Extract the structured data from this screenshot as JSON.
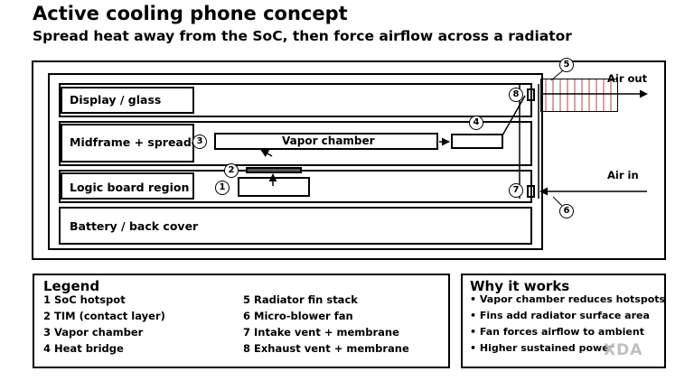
{
  "header": {
    "title": "Active cooling phone concept",
    "subtitle": "Spread heat away from the SoC, then force airflow across a radiator"
  },
  "diagram": {
    "layers": [
      {
        "label": "Display / glass"
      },
      {
        "label": "Midframe + spreader"
      },
      {
        "label": "Logic board region"
      },
      {
        "label": "Battery / back cover"
      }
    ],
    "vapor_chamber_label": "Vapor chamber",
    "air_out_label": "Air out",
    "air_in_label": "Air in",
    "markers": [
      "1",
      "2",
      "3",
      "4",
      "5",
      "6",
      "7",
      "8"
    ]
  },
  "legend": {
    "title": "Legend",
    "items": [
      "1 SoC hotspot",
      "2 TIM (contact layer)",
      "3 Vapor chamber",
      "4 Heat bridge",
      "5 Radiator fin stack",
      "6 Micro-blower fan",
      "7 Intake vent + membrane",
      "8 Exhaust vent + membrane"
    ]
  },
  "why": {
    "title": "Why it works",
    "items": [
      "• Vapor chamber reduces hotspots",
      "• Fins add radiator surface area",
      "• Fan forces airflow to ambient",
      "• Higher sustained power"
    ]
  },
  "watermark": "XDA"
}
